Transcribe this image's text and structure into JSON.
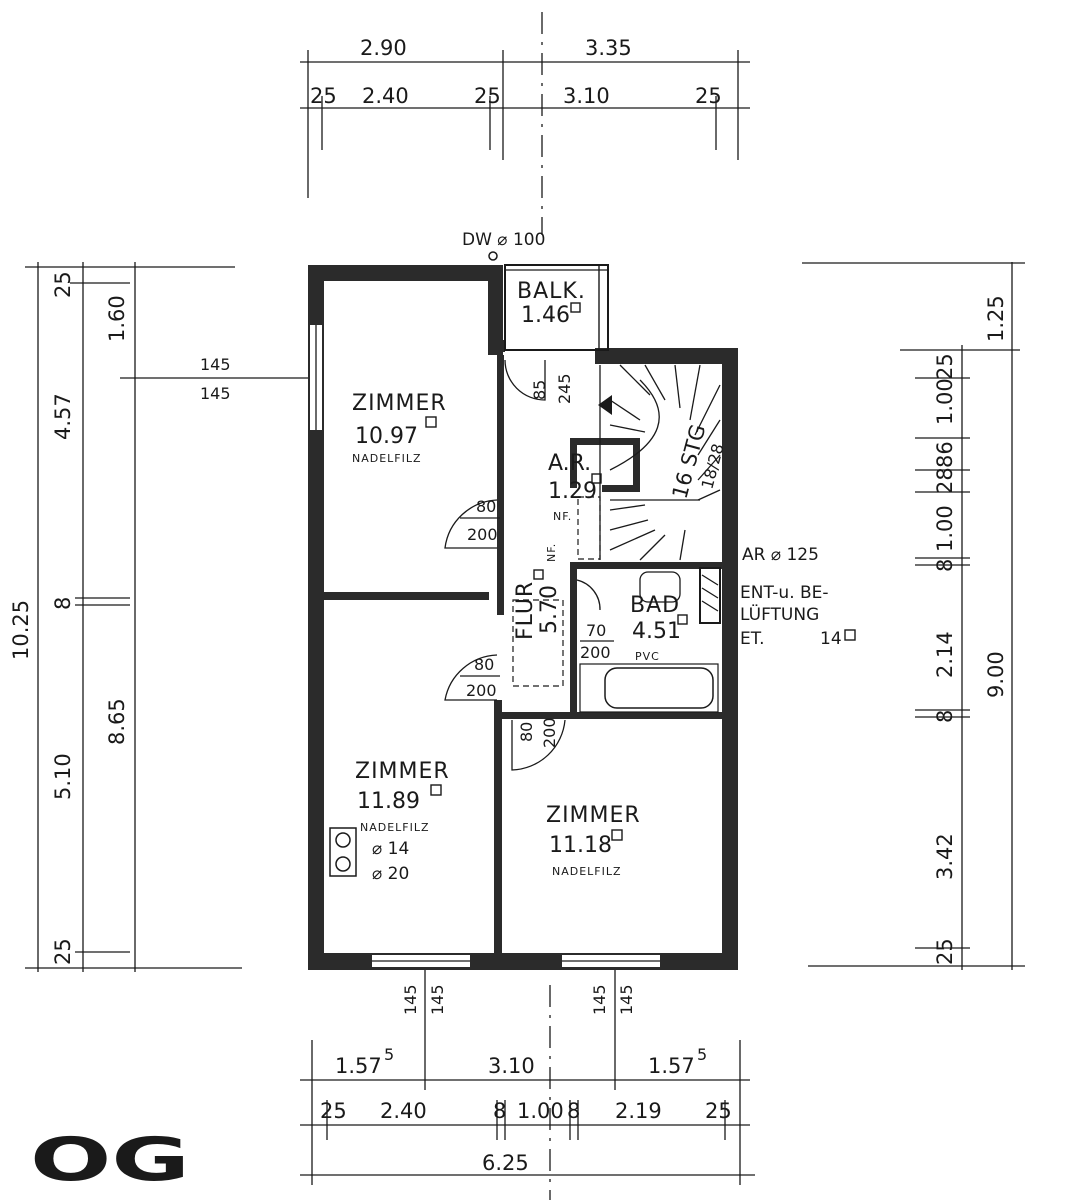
{
  "dims_top": {
    "outer": [
      "2.90",
      "3.35"
    ],
    "inner": [
      "25",
      "2.40",
      "25",
      "3.10",
      "25"
    ]
  },
  "dims_bottom": {
    "row1": [
      "1.57",
      "5",
      "3.10",
      "1.57",
      "5"
    ],
    "row2": [
      "25",
      "2.40",
      "8",
      "1.00",
      "8",
      "2.19",
      "25"
    ],
    "total": "6.25",
    "windows": [
      "145",
      "145",
      "145",
      "145"
    ]
  },
  "dims_left": [
    "25",
    "1.60",
    "4.57",
    "8",
    "5.10",
    "8.65",
    "10.25",
    "25"
  ],
  "dims_right": [
    "1.25",
    "1.00",
    "25",
    "86",
    "28",
    "8",
    "1.00",
    "8",
    "2.14",
    "9.00",
    "8",
    "3.42",
    "25"
  ],
  "window_left": [
    "145",
    "145"
  ],
  "notes": {
    "dw": "DW ⌀ 100",
    "ar": "AR ⌀ 125",
    "ent1": "ENT-u. BE-",
    "ent2": "LÜFTUNG",
    "et": "ET.",
    "et_val": "14"
  },
  "rooms": {
    "balk_name": "BALK.",
    "balk_area": "1.46",
    "z1_name": "ZIMMER",
    "z1_area": "10.97",
    "z1_floor": "NADELFILZ",
    "ar_name": "A.R.",
    "ar_area": "1.29",
    "ar_floor": "NF.",
    "flur_name": "FLUR",
    "flur_area": "5.70",
    "flur_floor": "NF.",
    "bad_name": "BAD",
    "bad_area": "4.51",
    "bad_floor": "PVC",
    "z2_name": "ZIMMER",
    "z2_area": "11.89",
    "z2_floor": "NADELFILZ",
    "z2_p1": "⌀ 14",
    "z2_p2": "⌀ 20",
    "z3_name": "ZIMMER",
    "z3_area": "11.18",
    "z3_floor": "NADELFILZ"
  },
  "stairs": {
    "count": "16 STG",
    "ratio": "18/28"
  },
  "doors": {
    "z1": [
      "80",
      "200"
    ],
    "z2": [
      "80",
      "200"
    ],
    "bad": [
      "70",
      "200"
    ],
    "z3": [
      "80",
      "200"
    ],
    "top": [
      "85",
      "245"
    ]
  },
  "floor_label": "OG"
}
